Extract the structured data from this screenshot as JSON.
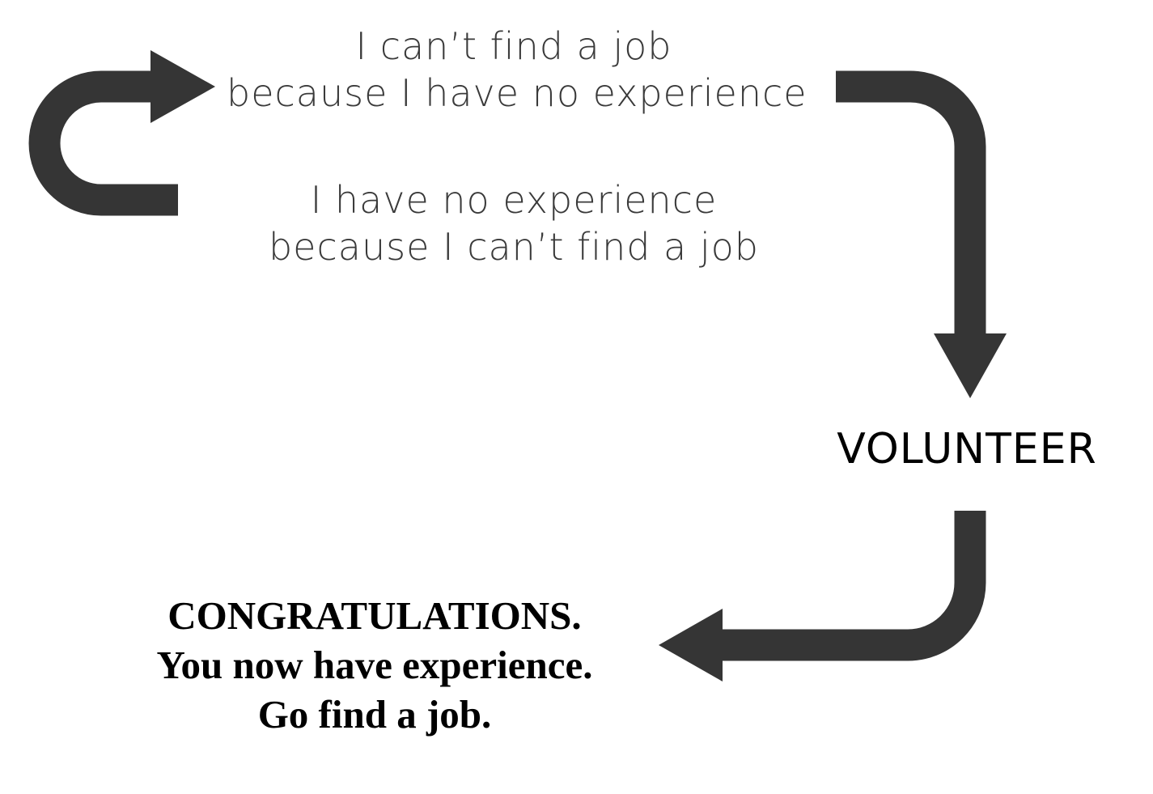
{
  "colors": {
    "arrow": "#353535",
    "thin_text": "#3a3a3a",
    "bold_text": "#000000",
    "background": "#ffffff"
  },
  "icons": {
    "loop_arrow": "curved-right-arrow-icon",
    "down_arrow": "curved-down-arrow-icon",
    "left_arrow": "curved-left-arrow-icon"
  },
  "loop": {
    "statement_1": [
      "I can’t find a job",
      "because I have no experience"
    ],
    "statement_2": [
      "I have no experience",
      "because I can’t find a job"
    ]
  },
  "volunteer_label": "VOLUNTEER",
  "result": [
    "CONGRATULATIONS.",
    "You now have experience.",
    "Go find a job."
  ]
}
